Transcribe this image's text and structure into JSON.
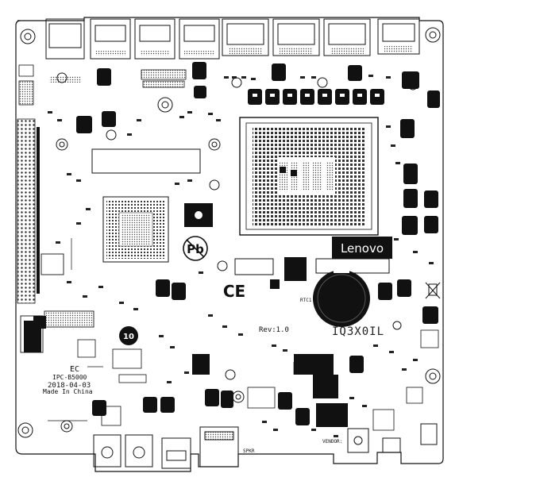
{
  "board": {
    "brand_logo": "Lenovo",
    "model": "IQ3X0IL",
    "revision": "Rev:1.0",
    "date": "2018-04-03",
    "origin": "Made In China",
    "vendor_label": "VENDOR:",
    "speaker_label": "SPKR",
    "ec_label": "EC",
    "ec_sub": "IPC-B5000",
    "rtc_label": "RTC1",
    "recycle_number": "10",
    "ce_mark": "CE",
    "pb_mark": "Pb"
  },
  "colors": {
    "board": "#ffffff",
    "ink": "#111111",
    "pad": "#000000",
    "inverse_text": "#ffffff"
  }
}
